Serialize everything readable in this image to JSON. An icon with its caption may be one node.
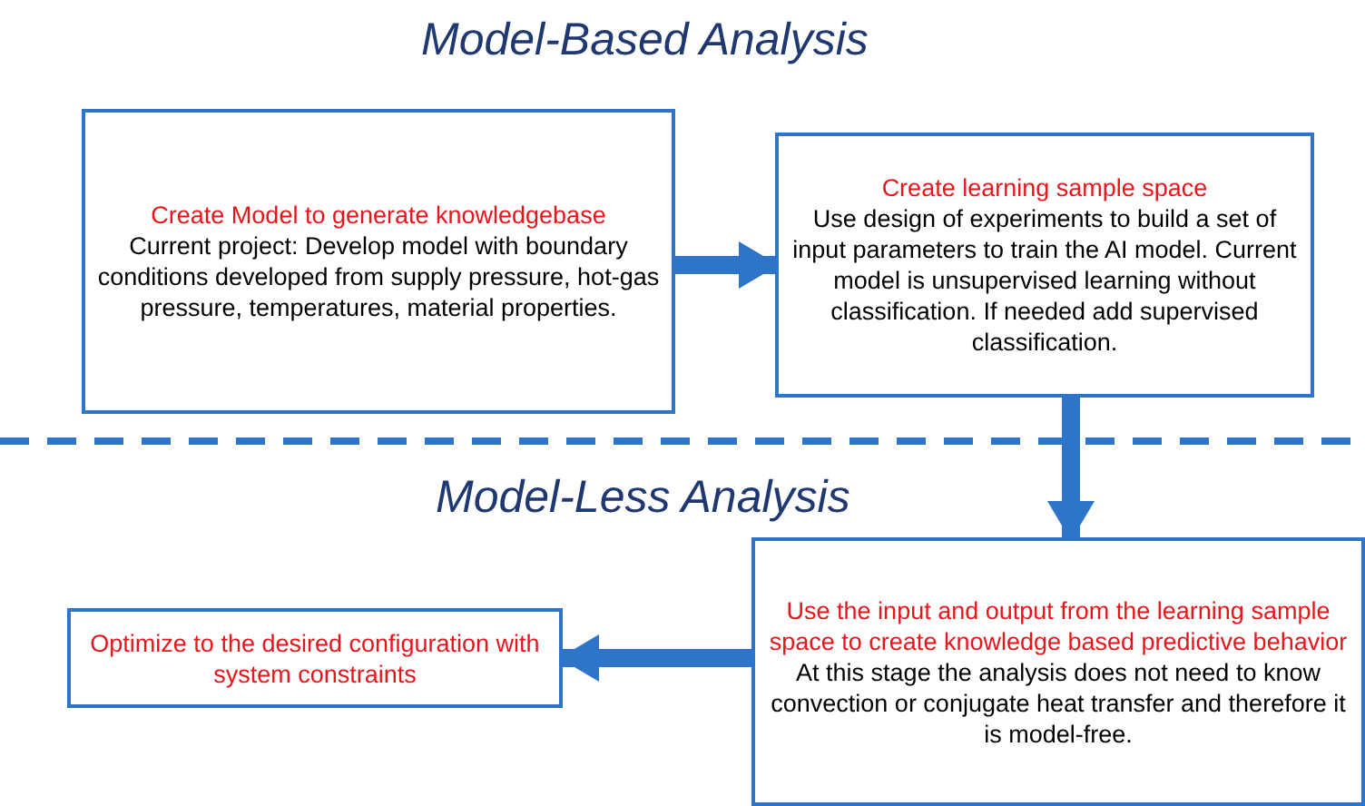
{
  "diagram": {
    "title": "Model-Based Analysis",
    "nodes": [
      {
        "text": [
          "Create Model to generate knowledgebase",
          "Current project: Develop model with boundary conditions developed from supply pressure, hot-gas pressure, temperatures, material properties."
        ]
      },
      {
        "text": [
          "Create learning sample space",
          "Use design of experiments to build a set of input parameters to train the AI model. Current model is unsupervised learning without classification. If needed add supervised classification."
        ]
      },
      {
        "text": [
          "Use the input and output from the learning sample space to create knowledge based predictive behavior",
          "At this stage the analysis does not need to know convection or conjugate heat transfer and therefore it is model-free."
        ]
      },
      {
        "text": [
          "Optimize to the desired configuration with system constraints"
        ]
      }
    ],
    "edges": [
      {
        "from": 0,
        "to": 1,
        "arrow": "to"
      },
      {
        "from": 1,
        "to": 2,
        "arrow": "to"
      },
      {
        "from": 2,
        "to": 3,
        "arrow": "to"
      }
    ],
    "labels": [
      "Model-Less Analysis"
    ]
  }
}
